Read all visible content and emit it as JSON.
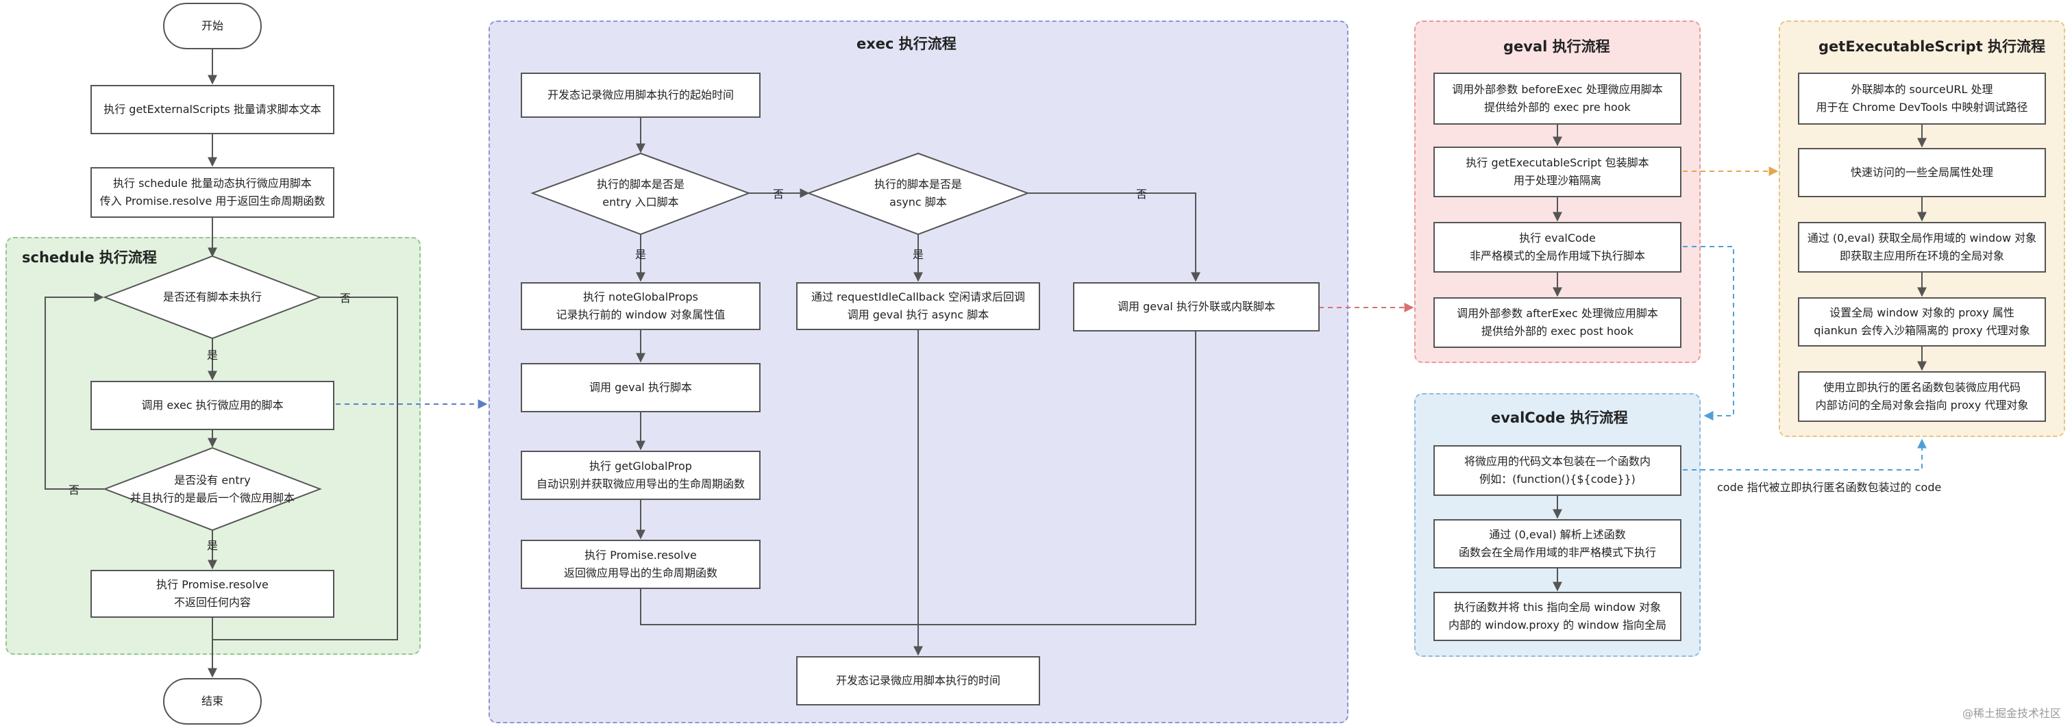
{
  "main_flow": {
    "start": "开始",
    "get_external_scripts": "执行 getExternalScripts 批量请求脚本文本",
    "schedule_line1": "执行 schedule 批量动态执行微应用脚本",
    "schedule_line2": "传入 Promise.resolve 用于返回生命周期函数",
    "end": "结束"
  },
  "schedule_group": {
    "title": "schedule 执行流程",
    "decision1": "是否还有脚本未执行",
    "exec_step": "调用 exec 执行微应用的脚本",
    "decision2_line1": "是否没有 entry",
    "decision2_line2": "并且执行的是最后一个微应用脚本",
    "resolve_line1": "执行 Promise.resolve",
    "resolve_line2": "不返回任何内容",
    "yes1": "是",
    "no1": "否",
    "yes2": "是",
    "no2": "否"
  },
  "exec_group": {
    "title": "exec 执行流程",
    "record_start": "开发态记录微应用脚本执行的起始时间",
    "decision_entry_line1": "执行的脚本是否是",
    "decision_entry_line2": "entry 入口脚本",
    "decision_async_line1": "执行的脚本是否是",
    "decision_async_line2": "async 脚本",
    "note_global_line1": "执行 noteGlobalProps",
    "note_global_line2": "记录执行前的 window 对象属性值",
    "geval_step": "调用 geval 执行脚本",
    "get_global_line1": "执行 getGlobalProp",
    "get_global_line2": "自动识别并获取微应用导出的生命周期函数",
    "resolve_line1": "执行 Promise.resolve",
    "resolve_line2": "返回微应用导出的生命周期函数",
    "idle_line1": "通过 requestIdleCallback 空闲请求后回调",
    "idle_line2": "调用 geval 执行 async 脚本",
    "geval_inline": "调用 geval 执行外联或内联脚本",
    "record_end": "开发态记录微应用脚本执行的时间",
    "yes_entry": "是",
    "no_entry": "否",
    "yes_async": "是",
    "no_async": "否"
  },
  "geval_group": {
    "title": "geval 执行流程",
    "step1_line1": "调用外部参数 beforeExec 处理微应用脚本",
    "step1_line2": "提供给外部的 exec pre hook",
    "step2_line1": "执行 getExecutableScript 包装脚本",
    "step2_line2": "用于处理沙箱隔离",
    "step3_line1": "执行 evalCode",
    "step3_line2": "非严格模式的全局作用域下执行脚本",
    "step4_line1": "调用外部参数 afterExec 处理微应用脚本",
    "step4_line2": "提供给外部的 exec post hook"
  },
  "get_executable_script_group": {
    "title": "getExecutableScript 执行流程",
    "step1_line1": "外联脚本的 sourceURL 处理",
    "step1_line2": "用于在 Chrome DevTools 中映射调试路径",
    "step2": "快速访问的一些全局属性处理",
    "step3_line1": "通过 (0,eval) 获取全局作用域的 window 对象",
    "step3_line2": "即获取主应用所在环境的全局对象",
    "step4_line1": "设置全局 window 对象的 proxy 属性",
    "step4_line2": "qiankun 会传入沙箱隔离的 proxy 代理对象",
    "step5_line1": "使用立即执行的匿名函数包装微应用代码",
    "step5_line2": "内部访问的全局对象会指向 proxy 代理对象"
  },
  "eval_code_group": {
    "title": "evalCode 执行流程",
    "step1_line1": "将微应用的代码文本包装在一个函数内",
    "step1_line2": "例如：(function(){${code}})",
    "step2_line1": "通过 (0,eval) 解析上述函数",
    "step2_line2": "函数会在全局作用域的非严格模式下执行",
    "step3_line1": "执行函数并将 this 指向全局 window 对象",
    "step3_line2": "内部的 window.proxy 的 window 指向全局"
  },
  "code_note": "code 指代被立即执行匿名函数包装过的 code",
  "watermark": "@稀土掘金技术社区",
  "colors": {
    "schedule_bg": "#e3f1df",
    "exec_bg": "#e2e4f6",
    "geval_bg": "#fbe3e4",
    "get_executable_script_bg": "#fbf1df",
    "eval_code_bg": "#e1eef8",
    "link_blue": "#5b7fc4",
    "link_red": "#d97070",
    "link_orange": "#e0a84c",
    "link_lightblue": "#4f9fd6"
  }
}
